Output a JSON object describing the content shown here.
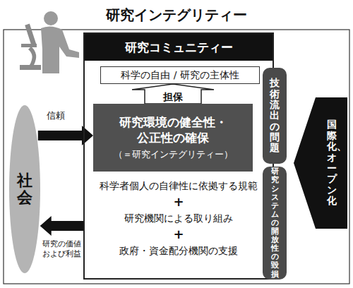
{
  "diagram": {
    "title": "研究インテグリティー",
    "nodes": [
      {
        "text": [
          "研究コミュニティー"
        ]
      },
      {
        "text": [
          "科学の自由 / 研究の主体性"
        ],
        "in": 0
      },
      {
        "text": [
          "研究環境の健全性・公正性の確保",
          "（＝研究インテグリティー）"
        ],
        "in": 0
      },
      {
        "text": [
          "社会"
        ]
      },
      {
        "text": [
          "技術流出の問題"
        ]
      },
      {
        "text": [
          "研究システムの開放性の毀損"
        ]
      },
      {
        "text": [
          "国際化、オープン化"
        ]
      }
    ],
    "edges": [
      {
        "from": 2,
        "to": 1,
        "label": "担保",
        "arrow": "to"
      },
      {
        "from": 3,
        "to": 2,
        "label": "信頼",
        "arrow": "to"
      },
      {
        "from": 0,
        "to": 3,
        "label": "研究の価値および利益",
        "arrow": "to"
      }
    ],
    "labels": [
      "科学者個人の自律性に依拠する規範",
      "+",
      "研究機関による取り組み",
      "+",
      "政府・資金配分機関の支援"
    ]
  }
}
